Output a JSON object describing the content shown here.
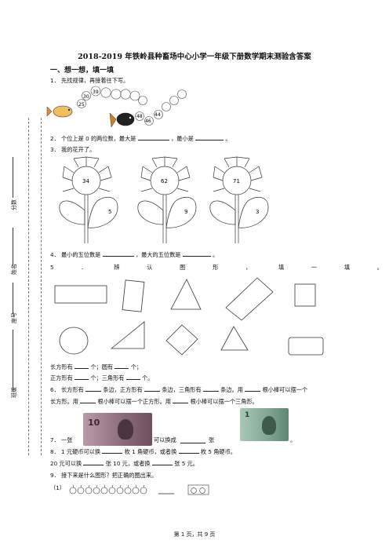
{
  "document": {
    "title": "2018-2019 年铁岭县种畜场中心小学一年级下册数学期末测验含答案",
    "footer": "第 1 页，共 9 页"
  },
  "sidebar": {
    "score": "分数",
    "name": "姓名",
    "seat": "座号",
    "class": "班级"
  },
  "section1": {
    "heading": "一、想一想，填一填"
  },
  "q1": {
    "text": "1．  先找规律，再接着往下写。",
    "numbers": [
      "39",
      "30",
      "25",
      "48",
      "44",
      "46"
    ]
  },
  "q2": {
    "text_a": "2．  个位上是 0 的两位数，最大是",
    "text_b": "，最小是",
    "end": "。"
  },
  "q3": {
    "text": "3．  我的花开了。",
    "flowers": [
      {
        "center": "34",
        "leaf": "5"
      },
      {
        "center": "62",
        "leaf": "9"
      },
      {
        "center": "71",
        "leaf": "3"
      }
    ]
  },
  "q4": {
    "text_a": "4．  最小的五位数是",
    "text_b": "，最大的五位数是",
    "end": "。"
  },
  "q5": {
    "chars": [
      "5",
      "．",
      "辨",
      "认",
      "图",
      "形",
      "，",
      "填",
      "一",
      "填",
      "。"
    ]
  },
  "q5_answers": {
    "line1_a": "长方形有",
    "line1_b": "个；圆有",
    "line1_c": "个；",
    "line2_a": "正方形有",
    "line2_b": "个；三角形有",
    "line2_c": "个。"
  },
  "q6": {
    "line1_a": "6．  长方形有",
    "line1_b": "条边，正方形有",
    "line1_c": "条边，三角形有",
    "line1_d": "条边。用",
    "line1_e": "根小棒可以摆一个",
    "line2_a": "长方形。用",
    "line2_b": "根小棒可以摆一个正方形。用",
    "line2_c": "根小棒可以摆一个三角形。"
  },
  "q7": {
    "text_a": "7．  一张",
    "text_b": "可以换成",
    "text_c": "张",
    "end": "。",
    "bill1_value": "10",
    "bill2_value": "1"
  },
  "q8": {
    "line1_a": "8．  1 元硬币可以换",
    "line1_b": "枚 1 角硬币，或者换",
    "line1_c": "枚 5 角硬币。",
    "line2_a": "20 元可以换",
    "line2_b": "张 10 元，或者换",
    "line2_c": "张 5 元。"
  },
  "q9": {
    "text": "9．  接下来是什么图形？把正确的圈出来。",
    "row_label": "（1）"
  },
  "colors": {
    "bill1": "#8a6a78",
    "bill2": "#7fa592"
  }
}
